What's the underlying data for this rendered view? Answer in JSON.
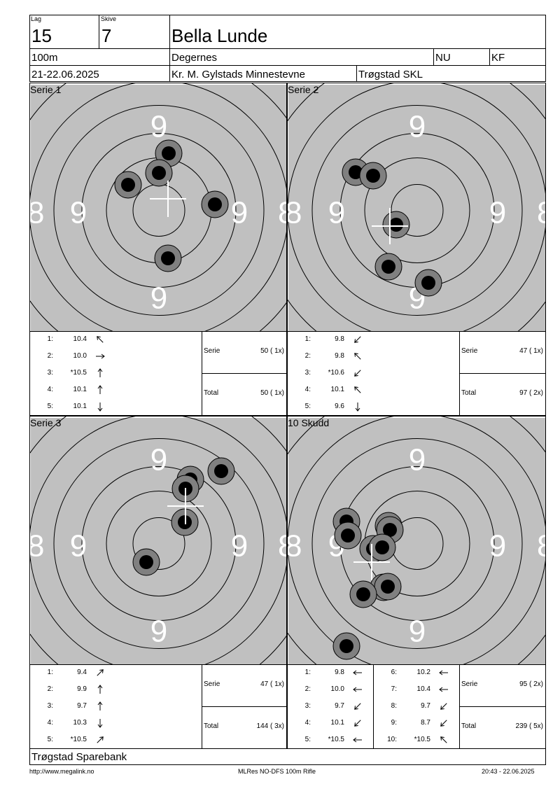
{
  "header": {
    "lag_label": "Lag",
    "lag": "15",
    "skive_label": "Skive",
    "skive": "7",
    "name": "Bella Lunde",
    "distance": "100m",
    "location": "Degernes",
    "nu": "NU",
    "kf": "KF",
    "date": "21-22.06.2025",
    "event": "Kr. M. Gylstads Minnestevne",
    "club": "Trøgstad SKL"
  },
  "target_ring_labels": {
    "nine": "9",
    "eight": "8"
  },
  "panels": [
    {
      "title": "Serie 1",
      "shots": [
        {
          "num": "1:",
          "value": "10.4",
          "arrow": "up-left"
        },
        {
          "num": "2:",
          "value": "10.0",
          "arrow": "right"
        },
        {
          "num": "3:",
          "value": "*10.5",
          "arrow": "up"
        },
        {
          "num": "4:",
          "value": "10.1",
          "arrow": "up"
        },
        {
          "num": "5:",
          "value": "10.1",
          "arrow": "down"
        }
      ],
      "serie_label": "Serie",
      "serie_value": "50 ( 1x)",
      "total_label": "Total",
      "total_value": "50 ( 1x)"
    },
    {
      "title": "Serie 2",
      "shots": [
        {
          "num": "1:",
          "value": "9.8",
          "arrow": "down-left"
        },
        {
          "num": "2:",
          "value": "9.8",
          "arrow": "up-left"
        },
        {
          "num": "3:",
          "value": "*10.6",
          "arrow": "down-left"
        },
        {
          "num": "4:",
          "value": "10.1",
          "arrow": "up-left"
        },
        {
          "num": "5:",
          "value": "9.6",
          "arrow": "down"
        }
      ],
      "serie_label": "Serie",
      "serie_value": "47 ( 1x)",
      "total_label": "Total",
      "total_value": "97 ( 2x)"
    },
    {
      "title": "Serie 3",
      "shots": [
        {
          "num": "1:",
          "value": "9.4",
          "arrow": "up-right"
        },
        {
          "num": "2:",
          "value": "9.9",
          "arrow": "up"
        },
        {
          "num": "3:",
          "value": "9.7",
          "arrow": "up"
        },
        {
          "num": "4:",
          "value": "10.3",
          "arrow": "down"
        },
        {
          "num": "5:",
          "value": "*10.5",
          "arrow": "up-right"
        }
      ],
      "serie_label": "Serie",
      "serie_value": "47 ( 1x)",
      "total_label": "Total",
      "total_value": "144 ( 3x)"
    },
    {
      "title": "10 Skudd",
      "shots": [
        {
          "num": "1:",
          "value": "9.8",
          "arrow": "left"
        },
        {
          "num": "2:",
          "value": "10.0",
          "arrow": "left"
        },
        {
          "num": "3:",
          "value": "9.7",
          "arrow": "down-left"
        },
        {
          "num": "4:",
          "value": "10.1",
          "arrow": "down-left"
        },
        {
          "num": "5:",
          "value": "*10.5",
          "arrow": "left"
        },
        {
          "num": "6:",
          "value": "10.2",
          "arrow": "left"
        },
        {
          "num": "7:",
          "value": "10.4",
          "arrow": "left"
        },
        {
          "num": "8:",
          "value": "9.7",
          "arrow": "down-left"
        },
        {
          "num": "9:",
          "value": "8.7",
          "arrow": "down-left"
        },
        {
          "num": "10:",
          "value": "*10.5",
          "arrow": "up-left"
        }
      ],
      "serie_label": "Serie",
      "serie_value": "95 ( 2x)",
      "total_label": "Total",
      "total_value": "239 ( 5x)"
    }
  ],
  "sponsor": "Trøgstad Sparebank",
  "footer": {
    "left": "http://www.megalink.no",
    "center": "MLRes NO-DFS 100m Rifle",
    "right": "20:43 - 22.06.2025"
  },
  "colors": {
    "target_bg": "#c0c0c0",
    "shot_ring": "#808080",
    "shot_core": "#000000",
    "cross": "#ffffff"
  }
}
